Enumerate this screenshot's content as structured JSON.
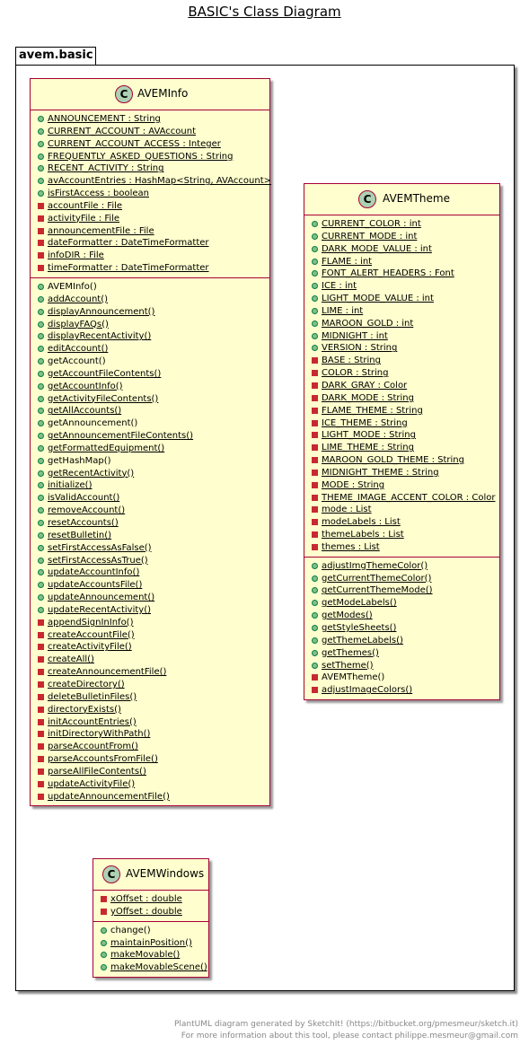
{
  "title": "BASIC's Class Diagram",
  "package": {
    "name": "avem.basic"
  },
  "classes": [
    {
      "id": "avem-info",
      "name": "AVEMInfo",
      "stereotype_letter": "C",
      "fields": [
        {
          "vis": "public",
          "text": "ANNOUNCEMENT : String",
          "static": true
        },
        {
          "vis": "public",
          "text": "CURRENT_ACCOUNT : AVAccount",
          "static": true
        },
        {
          "vis": "public",
          "text": "CURRENT_ACCOUNT_ACCESS : Integer",
          "static": true
        },
        {
          "vis": "public",
          "text": "FREQUENTLY_ASKED_QUESTIONS : String",
          "static": true
        },
        {
          "vis": "public",
          "text": "RECENT_ACTIVITY : String",
          "static": true
        },
        {
          "vis": "public",
          "text": "avAccountEntries : HashMap<String, AVAccount>",
          "static": true
        },
        {
          "vis": "public",
          "text": "isFirstAccess : boolean",
          "static": true
        },
        {
          "vis": "private",
          "text": "accountFile : File",
          "static": true
        },
        {
          "vis": "private",
          "text": "activityFile : File",
          "static": true
        },
        {
          "vis": "private",
          "text": "announcementFile : File",
          "static": true
        },
        {
          "vis": "private",
          "text": "dateFormatter : DateTimeFormatter",
          "static": true
        },
        {
          "vis": "private",
          "text": "infoDIR : File",
          "static": true
        },
        {
          "vis": "private",
          "text": "timeFormatter : DateTimeFormatter",
          "static": true
        }
      ],
      "methods": [
        {
          "vis": "public",
          "text": "AVEMInfo()",
          "static": false
        },
        {
          "vis": "public",
          "text": "addAccount()",
          "static": true
        },
        {
          "vis": "public",
          "text": "displayAnnouncement()",
          "static": true
        },
        {
          "vis": "public",
          "text": "displayFAQs()",
          "static": true
        },
        {
          "vis": "public",
          "text": "displayRecentActivity()",
          "static": true
        },
        {
          "vis": "public",
          "text": "editAccount()",
          "static": true
        },
        {
          "vis": "public",
          "text": "getAccount()",
          "static": false
        },
        {
          "vis": "public",
          "text": "getAccountFileContents()",
          "static": true
        },
        {
          "vis": "public",
          "text": "getAccountInfo()",
          "static": true
        },
        {
          "vis": "public",
          "text": "getActivityFileContents()",
          "static": true
        },
        {
          "vis": "public",
          "text": "getAllAccounts()",
          "static": true
        },
        {
          "vis": "public",
          "text": "getAnnouncement()",
          "static": false
        },
        {
          "vis": "public",
          "text": "getAnnouncementFileContents()",
          "static": true
        },
        {
          "vis": "public",
          "text": "getFormattedEquipment()",
          "static": true
        },
        {
          "vis": "public",
          "text": "getHashMap()",
          "static": false
        },
        {
          "vis": "public",
          "text": "getRecentActivity()",
          "static": true
        },
        {
          "vis": "public",
          "text": "initialize()",
          "static": true
        },
        {
          "vis": "public",
          "text": "isValidAccount()",
          "static": true
        },
        {
          "vis": "public",
          "text": "removeAccount()",
          "static": true
        },
        {
          "vis": "public",
          "text": "resetAccounts()",
          "static": true
        },
        {
          "vis": "public",
          "text": "resetBulletin()",
          "static": true
        },
        {
          "vis": "public",
          "text": "setFirstAccessAsFalse()",
          "static": true
        },
        {
          "vis": "public",
          "text": "setFirstAccessAsTrue()",
          "static": true
        },
        {
          "vis": "public",
          "text": "updateAccountInfo()",
          "static": true
        },
        {
          "vis": "public",
          "text": "updateAccountsFile()",
          "static": true
        },
        {
          "vis": "public",
          "text": "updateAnnouncement()",
          "static": true
        },
        {
          "vis": "public",
          "text": "updateRecentActivity()",
          "static": true
        },
        {
          "vis": "private",
          "text": "appendSignInInfo()",
          "static": true
        },
        {
          "vis": "private",
          "text": "createAccountFile()",
          "static": true
        },
        {
          "vis": "private",
          "text": "createActivityFile()",
          "static": true
        },
        {
          "vis": "private",
          "text": "createAll()",
          "static": true
        },
        {
          "vis": "private",
          "text": "createAnnouncementFile()",
          "static": true
        },
        {
          "vis": "private",
          "text": "createDirectory()",
          "static": true
        },
        {
          "vis": "private",
          "text": "deleteBulletinFiles()",
          "static": true
        },
        {
          "vis": "private",
          "text": "directoryExists()",
          "static": true
        },
        {
          "vis": "private",
          "text": "initAccountEntries()",
          "static": true
        },
        {
          "vis": "private",
          "text": "initDirectoryWithPath()",
          "static": true
        },
        {
          "vis": "private",
          "text": "parseAccountFrom()",
          "static": true
        },
        {
          "vis": "private",
          "text": "parseAccountsFromFile()",
          "static": true
        },
        {
          "vis": "private",
          "text": "parseAllFileContents()",
          "static": true
        },
        {
          "vis": "private",
          "text": "updateActivityFile()",
          "static": true
        },
        {
          "vis": "private",
          "text": "updateAnnouncementFile()",
          "static": true
        }
      ]
    },
    {
      "id": "avem-theme",
      "name": "AVEMTheme",
      "stereotype_letter": "C",
      "fields": [
        {
          "vis": "public",
          "text": "CURRENT_COLOR : int",
          "static": true
        },
        {
          "vis": "public",
          "text": "CURRENT_MODE : int",
          "static": true
        },
        {
          "vis": "public",
          "text": "DARK_MODE_VALUE : int",
          "static": true
        },
        {
          "vis": "public",
          "text": "FLAME : int",
          "static": true
        },
        {
          "vis": "public",
          "text": "FONT_ALERT_HEADERS : Font",
          "static": true
        },
        {
          "vis": "public",
          "text": "ICE : int",
          "static": true
        },
        {
          "vis": "public",
          "text": "LIGHT_MODE_VALUE : int",
          "static": true
        },
        {
          "vis": "public",
          "text": "LIME : int",
          "static": true
        },
        {
          "vis": "public",
          "text": "MAROON_GOLD : int",
          "static": true
        },
        {
          "vis": "public",
          "text": "MIDNIGHT : int",
          "static": true
        },
        {
          "vis": "public",
          "text": "VERSION : String",
          "static": true
        },
        {
          "vis": "private",
          "text": "BASE : String",
          "static": true
        },
        {
          "vis": "private",
          "text": "COLOR : String",
          "static": true
        },
        {
          "vis": "private",
          "text": "DARK_GRAY : Color",
          "static": true
        },
        {
          "vis": "private",
          "text": "DARK_MODE : String",
          "static": true
        },
        {
          "vis": "private",
          "text": "FLAME_THEME : String",
          "static": true
        },
        {
          "vis": "private",
          "text": "ICE_THEME : String",
          "static": true
        },
        {
          "vis": "private",
          "text": "LIGHT_MODE : String",
          "static": true
        },
        {
          "vis": "private",
          "text": "LIME_THEME : String",
          "static": true
        },
        {
          "vis": "private",
          "text": "MAROON_GOLD_THEME : String",
          "static": true
        },
        {
          "vis": "private",
          "text": "MIDNIGHT_THEME : String",
          "static": true
        },
        {
          "vis": "private",
          "text": "MODE : String",
          "static": true
        },
        {
          "vis": "private",
          "text": "THEME_IMAGE_ACCENT_COLOR : Color",
          "static": true
        },
        {
          "vis": "private",
          "text": "mode : List",
          "static": true
        },
        {
          "vis": "private",
          "text": "modeLabels : List",
          "static": true
        },
        {
          "vis": "private",
          "text": "themeLabels : List",
          "static": true
        },
        {
          "vis": "private",
          "text": "themes : List",
          "static": true
        }
      ],
      "methods": [
        {
          "vis": "public",
          "text": "adjustImgThemeColor()",
          "static": true
        },
        {
          "vis": "public",
          "text": "getCurrentThemeColor()",
          "static": true
        },
        {
          "vis": "public",
          "text": "getCurrentThemeMode()",
          "static": true
        },
        {
          "vis": "public",
          "text": "getModeLabels()",
          "static": true
        },
        {
          "vis": "public",
          "text": "getModes()",
          "static": true
        },
        {
          "vis": "public",
          "text": "getStyleSheets()",
          "static": true
        },
        {
          "vis": "public",
          "text": "getThemeLabels()",
          "static": true
        },
        {
          "vis": "public",
          "text": "getThemes()",
          "static": true
        },
        {
          "vis": "public",
          "text": "setTheme()",
          "static": true
        },
        {
          "vis": "private",
          "text": "AVEMTheme()",
          "static": false
        },
        {
          "vis": "private",
          "text": "adjustImageColors()",
          "static": true
        }
      ]
    },
    {
      "id": "avem-windows",
      "name": "AVEMWindows",
      "stereotype_letter": "C",
      "fields": [
        {
          "vis": "private",
          "text": "xOffset : double",
          "static": true
        },
        {
          "vis": "private",
          "text": "yOffset : double",
          "static": true
        }
      ],
      "methods": [
        {
          "vis": "public",
          "text": "change()",
          "static": false
        },
        {
          "vis": "public",
          "text": "maintainPosition()",
          "static": true
        },
        {
          "vis": "public",
          "text": "makeMovable()",
          "static": true
        },
        {
          "vis": "public",
          "text": "makeMovableScene()",
          "static": true
        }
      ]
    }
  ],
  "footer": {
    "line1": "PlantUML diagram generated by SketchIt! (https://bitbucket.org/pmesmeur/sketch.it)",
    "line2": "For more information about this tool, please contact philippe.mesmeur@gmail.com"
  },
  "colors": {
    "class_fill": "#FEFECE",
    "class_border": "#A80036",
    "class_icon": "#ADD1B2",
    "public_marker": "#84BE84",
    "private_marker": "#C82930"
  }
}
